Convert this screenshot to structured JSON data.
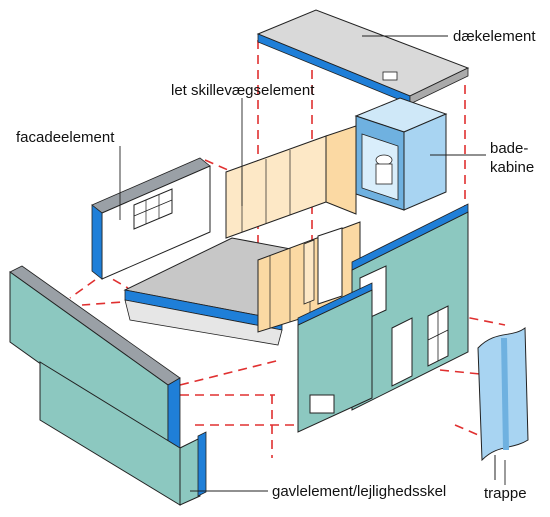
{
  "labels": {
    "daekelement": "dækelement",
    "skillevaeg": "let skillevægselement",
    "facade": "facadeelement",
    "bade_line1": "bade-",
    "bade_line2": "kabine",
    "gavl": "gavlelement/lejlighedsskel",
    "trappe": "trappe"
  },
  "colors": {
    "wall_teal": "#8cc8c0",
    "wall_teal_dark": "#6fb0a8",
    "interior_warm": "#fbd9a3",
    "interior_light": "#fde8c6",
    "floor_gray": "#c7c7c7",
    "slab_gray": "#d9d9d9",
    "edge_blue": "#1f7fd8",
    "cabin_blue": "#a8d4f2",
    "cabin_blue_dark": "#6fb1e0",
    "guide_red": "#e03030",
    "outline": "#222222"
  }
}
